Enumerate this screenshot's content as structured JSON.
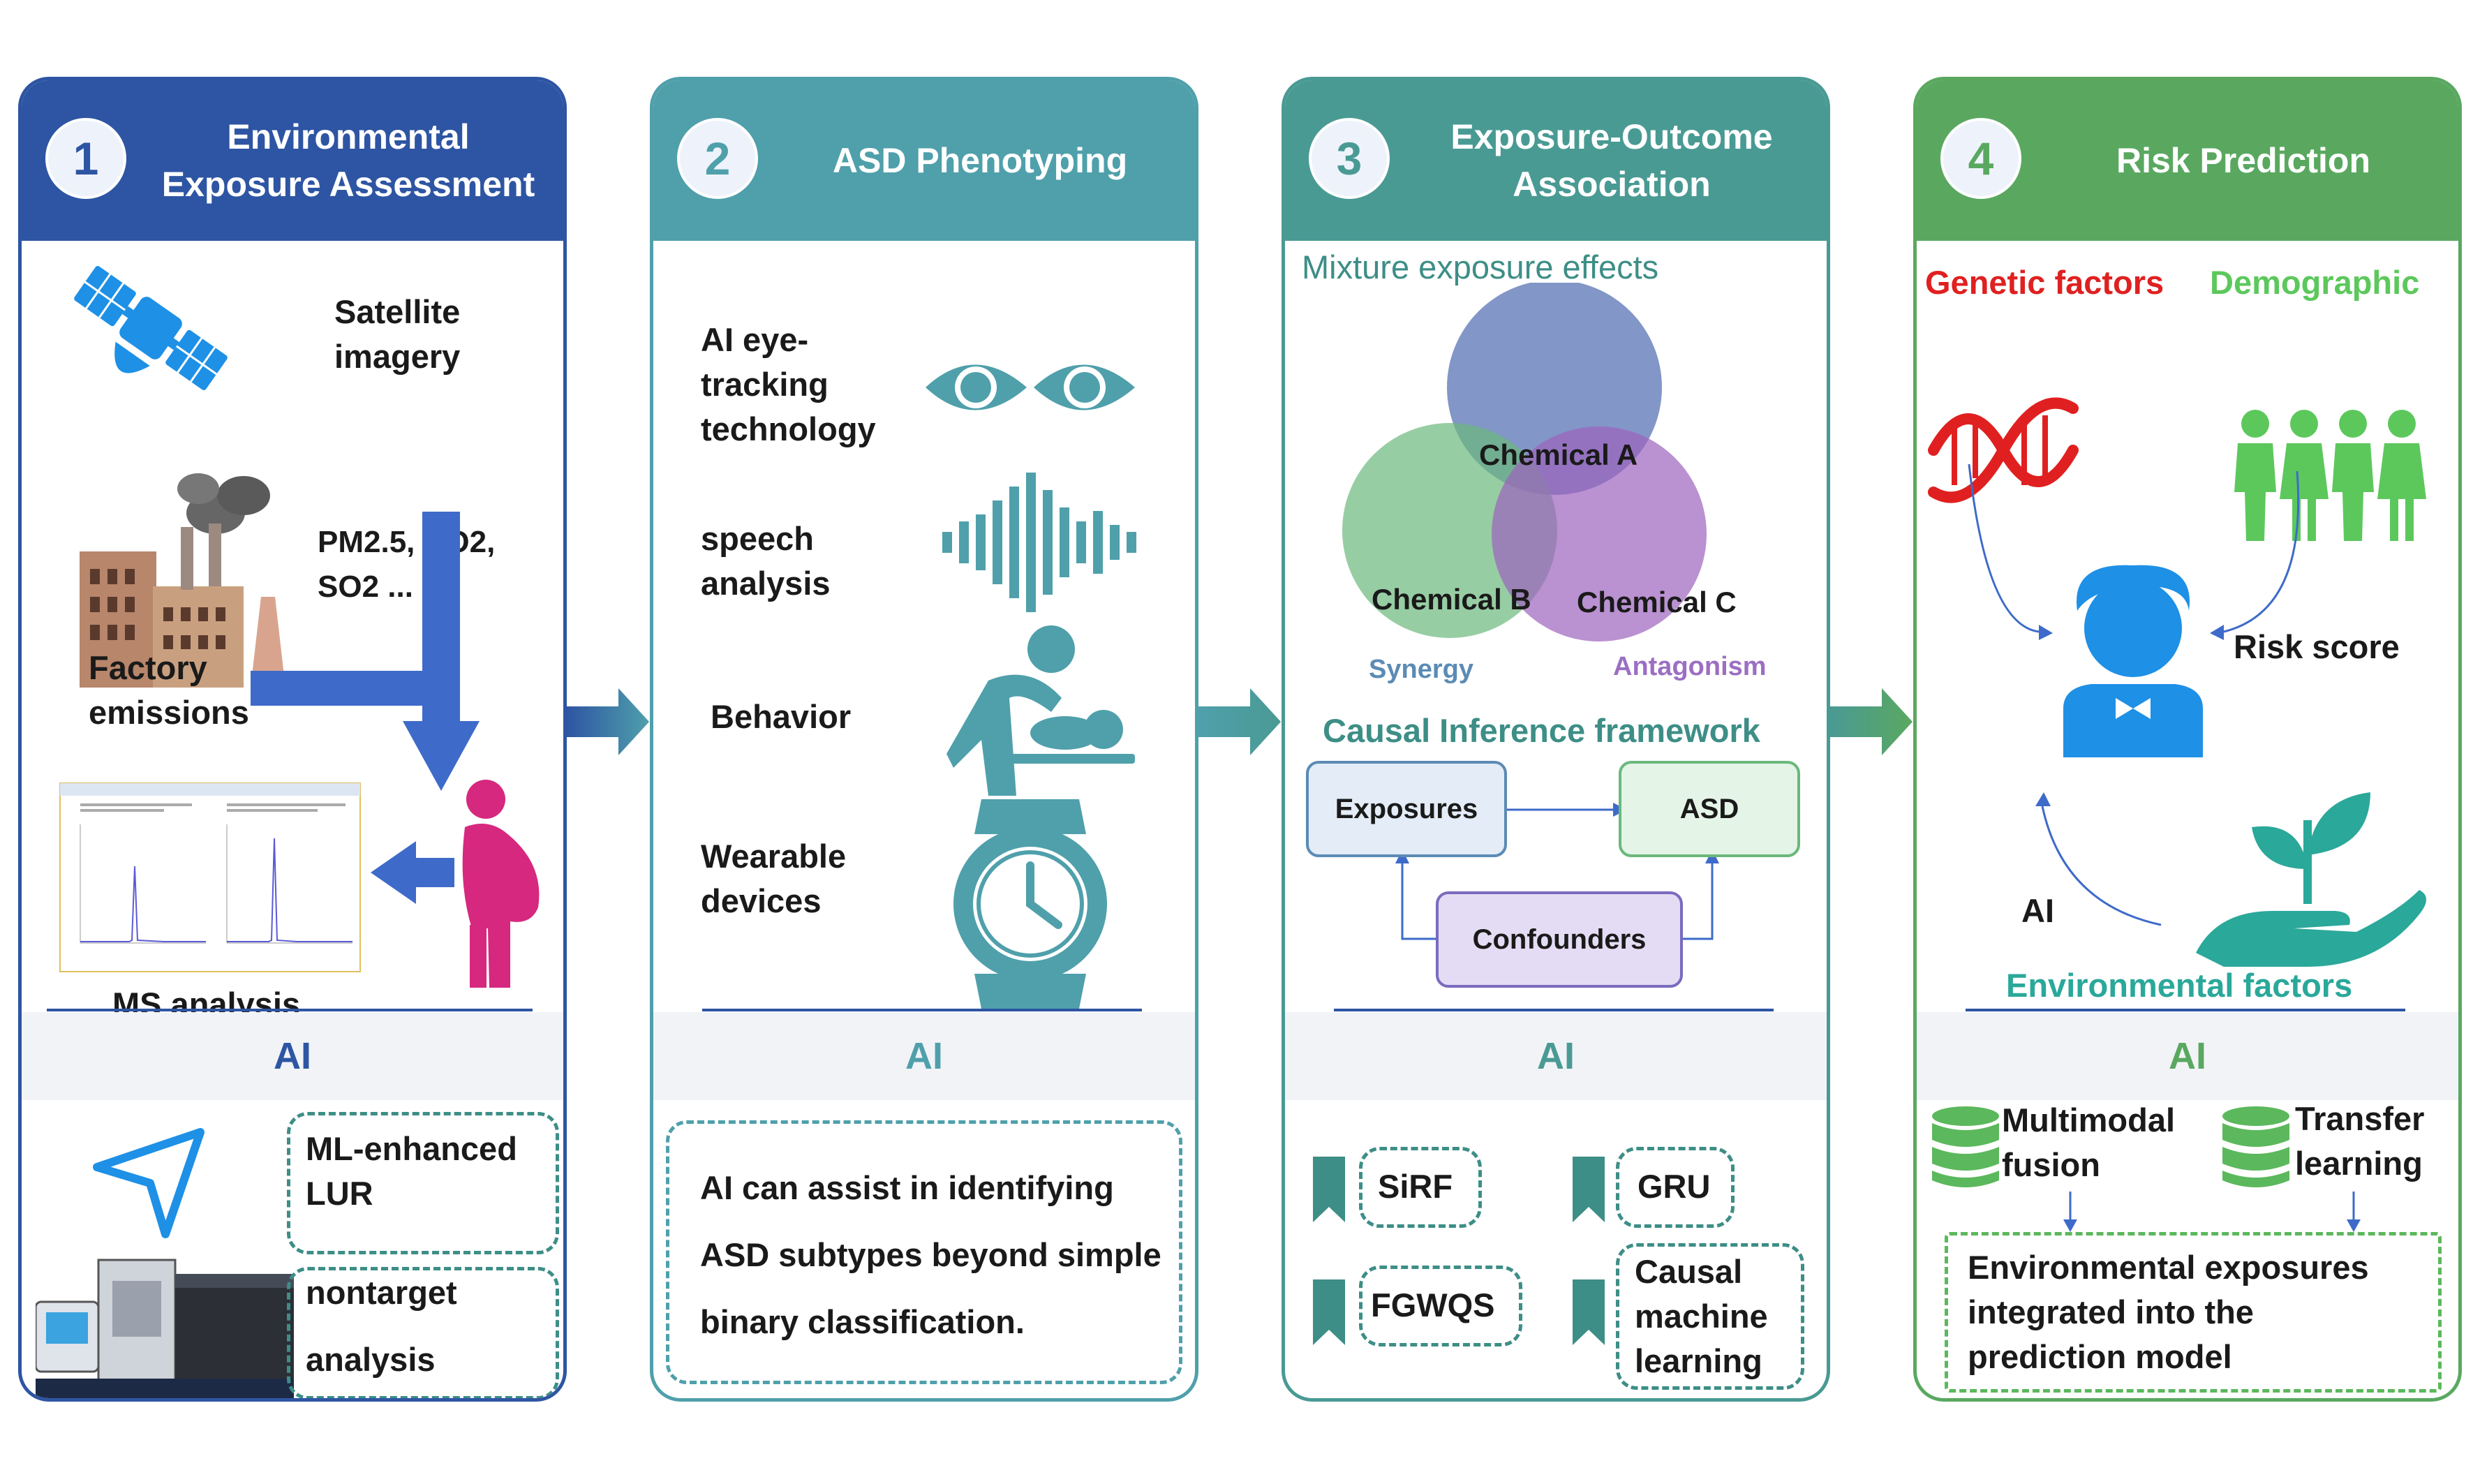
{
  "panels": [
    {
      "number": "1",
      "title": "Environmental\nExposure Assessment",
      "color": "#2e55a3"
    },
    {
      "number": "2",
      "title": "ASD Phenotyping",
      "color": "#4fa0ab"
    },
    {
      "number": "3",
      "title": "Exposure-Outcome\nAssociation",
      "color": "#4a9a94"
    },
    {
      "number": "4",
      "title": "Risk Prediction",
      "color": "#5aa860"
    }
  ],
  "panel1": {
    "satellite": "Satellite\nimagery",
    "pollutants": "PM2.5, NO2,\nSO2 ...",
    "factory": "Factory\nemissions",
    "ms": "MS analysis",
    "ai": "AI",
    "ml_lur": "ML-enhanced\nLUR",
    "nontarget": "nontarget\n\nanalysis"
  },
  "panel2": {
    "eye": "AI eye-\ntracking\ntechnology",
    "speech": "speech\nanalysis",
    "behavior": "Behavior",
    "wearable": "Wearable\ndevices",
    "ai": "AI",
    "ai_text": "AI can assist in identifying\nASD subtypes beyond simple\nbinary classification."
  },
  "panel3": {
    "mixture": "Mixture exposure effects",
    "chem_a": "Chemical A",
    "chem_b": "Chemical B",
    "chem_c": "Chemical C",
    "synergy": "Synergy",
    "antagonism": "Antagonism",
    "causal": "Causal Inference framework",
    "exposures": "Exposures",
    "asd": "ASD",
    "confounders": "Confounders",
    "ai": "AI",
    "methods": [
      "SiRF",
      "GRU",
      "FGWQS",
      "Causal\nmachine\nlearning"
    ]
  },
  "panel4": {
    "genetic": "Genetic factors",
    "demographic": "Demographic",
    "risk_score": "Risk score",
    "ai_small": "AI",
    "env_factors": "Environmental factors",
    "ai": "AI",
    "multimodal": "Multimodal\nfusion",
    "transfer": "Transfer\nlearning",
    "integrated": "Environmental exposures\nintegrated into the\nprediction model"
  },
  "colors": {
    "navy": "#2e55a3",
    "teal": "#4fa0ab",
    "seagreen": "#4a9a94",
    "green": "#5aa860",
    "satellite_blue": "#1e90e6",
    "magenta": "#d6287e",
    "genetic_red": "#e02020",
    "demo_green": "#5cc85c",
    "chem_a": "#5873b4",
    "chem_b": "#6bb87c",
    "chem_c": "#9c63be",
    "antagonism": "#9b6fc2",
    "synergy": "#5b8bb5"
  }
}
